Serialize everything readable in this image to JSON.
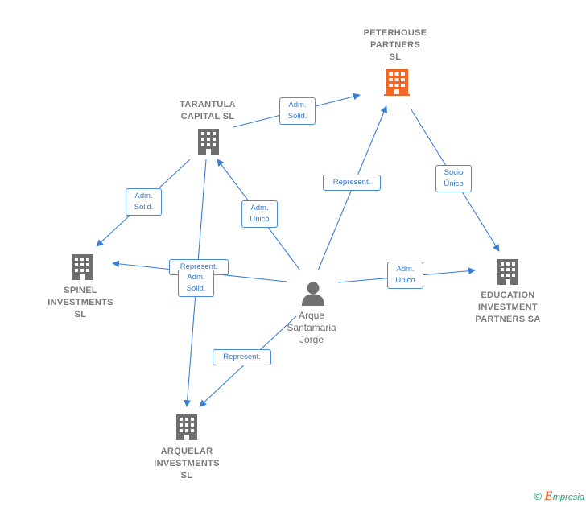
{
  "nodes": {
    "peterhouse": {
      "line1": "PETERHOUSE",
      "line2": "PARTNERS",
      "line3": "SL",
      "color": "#f26522"
    },
    "tarantula": {
      "line1": "TARANTULA",
      "line2": "CAPITAL  SL",
      "color": "#707070"
    },
    "spinel": {
      "line1": "SPINEL",
      "line2": "INVESTMENTS",
      "line3": "SL",
      "color": "#707070"
    },
    "education": {
      "line1": "EDUCATION",
      "line2": "INVESTMENT",
      "line3": "PARTNERS SA",
      "color": "#707070"
    },
    "arquelar": {
      "line1": "ARQUELAR",
      "line2": "INVESTMENTS",
      "line3": "SL",
      "color": "#707070"
    },
    "person": {
      "line1": "Arque",
      "line2": "Santamaria",
      "line3": "Jorge",
      "color": "#707070"
    }
  },
  "edges": {
    "tar_peter": {
      "line1": "Adm.",
      "line2": "Solid."
    },
    "tar_spinel": {
      "line1": "Adm.",
      "line2": "Solid."
    },
    "person_tar": {
      "line1": "Adm.",
      "line2": "Unico"
    },
    "person_peter": {
      "line1": "Represent."
    },
    "peter_edu": {
      "line1": "Socio",
      "line2": "Único"
    },
    "person_spinel": {
      "line1": "Represent."
    },
    "tar_arq": {
      "line1": "Adm.",
      "line2": "Solid."
    },
    "person_edu": {
      "line1": "Adm.",
      "line2": "Unico"
    },
    "person_arq": {
      "line1": "Represent."
    }
  },
  "colors": {
    "edge": "#3a7fd5",
    "accent": "#f26522",
    "building": "#707070"
  },
  "footer": {
    "copyright": "©",
    "brand_initial": "E",
    "brand_rest": "mpresia"
  }
}
